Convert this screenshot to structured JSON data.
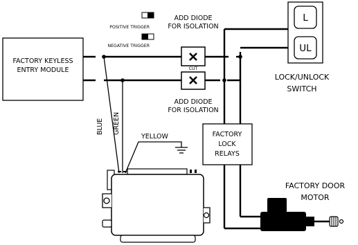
{
  "labels": {
    "module_line1": "FACTORY KEYLESS",
    "module_line2": "ENTRY MODULE",
    "diode_top_line1": "ADD DIODE",
    "diode_top_line2": "FOR ISOLATION",
    "diode_bottom_line1": "ADD DIODE",
    "diode_bottom_line2": "FOR ISOLATION",
    "cut": "CUT",
    "positive_trigger": "POSITIVE TRIGGER",
    "negative_trigger": "NEGATIVE TRIGGER",
    "switch_lock": "L",
    "switch_unlock": "UL",
    "switch_title_line1": "LOCK/UNLOCK",
    "switch_title_line2": "SWITCH",
    "relays_line1": "FACTORY",
    "relays_line2": "LOCK",
    "relays_line3": "RELAYS",
    "motor_line1": "FACTORY DOOR",
    "motor_line2": "MOTOR",
    "wire_blue": "BLUE",
    "wire_green": "GREEN",
    "wire_yellow": "YELLOW"
  }
}
